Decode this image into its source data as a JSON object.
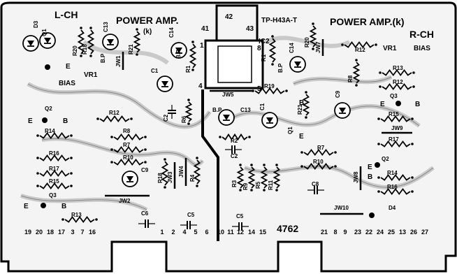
{
  "headings": {
    "left_channel": "L-CH",
    "power_amp_left": "POWER AMP.",
    "power_amp_left_suffix": "(k)",
    "power_amp_right": "POWER AMP.(k)",
    "right_channel": "R-CH",
    "ic_part": "TP-H43A-T",
    "board_number": "4762"
  },
  "ic": {
    "name": "IC2",
    "pins": [
      "41",
      "42",
      "43",
      "1",
      "8",
      "4",
      "5"
    ]
  },
  "bias": {
    "left": "BIAS",
    "right": "BIAS",
    "vr_left": "VR1",
    "vr_right": "VR1"
  },
  "components": [
    {
      "id": "Q1-L",
      "text": "Q1"
    },
    {
      "id": "D3",
      "text": "D3"
    },
    {
      "id": "C13-L",
      "text": "C13"
    },
    {
      "id": "R20-L",
      "text": "R20"
    },
    {
      "id": "R18-L",
      "text": "R18"
    },
    {
      "id": "C14-L",
      "text": "C14"
    },
    {
      "id": "R21-L",
      "text": "R21"
    },
    {
      "id": "JW1-L",
      "text": "JW1"
    },
    {
      "id": "R1-L",
      "text": "R1"
    },
    {
      "id": "C1-L",
      "text": "C1"
    },
    {
      "id": "JW5",
      "text": "JW5"
    },
    {
      "id": "R19",
      "text": "R19"
    },
    {
      "id": "C13-R",
      "text": "C13"
    },
    {
      "id": "C1-R",
      "text": "C1"
    },
    {
      "id": "Q1-R",
      "text": "Q1"
    },
    {
      "id": "R21-R",
      "text": "R21"
    },
    {
      "id": "C9-R",
      "text": "C9"
    },
    {
      "id": "R8-R",
      "text": "R8"
    },
    {
      "id": "C14-R",
      "text": "C14"
    },
    {
      "id": "R20-R",
      "text": "R20"
    },
    {
      "id": "JW7",
      "text": "JW7"
    },
    {
      "id": "R1-R",
      "text": "R1"
    },
    {
      "id": "R12-R-top",
      "text": "R12"
    },
    {
      "id": "R13-R",
      "text": "R13"
    },
    {
      "id": "R12-R",
      "text": "R12"
    },
    {
      "id": "Q3-R",
      "text": "Q3"
    },
    {
      "id": "R15-R",
      "text": "R15"
    },
    {
      "id": "JW9",
      "text": "JW9"
    },
    {
      "id": "R17-R",
      "text": "R17"
    },
    {
      "id": "Q2-R",
      "text": "Q2"
    },
    {
      "id": "R14-R",
      "text": "R14"
    },
    {
      "id": "R16-R",
      "text": "R16"
    },
    {
      "id": "JW8",
      "text": "JW8"
    },
    {
      "id": "R7-R",
      "text": "R7"
    },
    {
      "id": "R10-R",
      "text": "R10"
    },
    {
      "id": "C8",
      "text": "C8"
    },
    {
      "id": "Q2-L",
      "text": "Q2"
    },
    {
      "id": "R14-L",
      "text": "R14"
    },
    {
      "id": "R16-L",
      "text": "R16"
    },
    {
      "id": "R17-L",
      "text": "R17"
    },
    {
      "id": "R15-L",
      "text": "R15"
    },
    {
      "id": "Q3-L",
      "text": "Q3"
    },
    {
      "id": "R13-L",
      "text": "R13"
    },
    {
      "id": "R12-L",
      "text": "R12"
    },
    {
      "id": "R8-L",
      "text": "R8"
    },
    {
      "id": "R7-L",
      "text": "R7"
    },
    {
      "id": "R10-L",
      "text": "R10"
    },
    {
      "id": "C9-L",
      "text": "C9"
    },
    {
      "id": "R18-mid",
      "text": "R18"
    },
    {
      "id": "JW3",
      "text": "JW3"
    },
    {
      "id": "JW4",
      "text": "JW4"
    },
    {
      "id": "R4",
      "text": "R4"
    },
    {
      "id": "JW2",
      "text": "JW2"
    },
    {
      "id": "C6-L",
      "text": "C6"
    },
    {
      "id": "C5-L",
      "text": "C5"
    },
    {
      "id": "C5-R",
      "text": "C5"
    },
    {
      "id": "R2",
      "text": "R2"
    },
    {
      "id": "C2-mid",
      "text": "C2"
    },
    {
      "id": "C2-L",
      "text": "C2"
    },
    {
      "id": "JW10",
      "text": "JW10"
    },
    {
      "id": "D4",
      "text": "D4"
    },
    {
      "id": "R3",
      "text": "R3"
    },
    {
      "id": "R9",
      "text": "R9"
    },
    {
      "id": "R11",
      "text": "R11"
    },
    {
      "id": "R6",
      "text": "R6"
    },
    {
      "id": "R5",
      "text": "R5"
    }
  ],
  "transistor_pins": {
    "e": "E",
    "b": "B",
    "bp": "B.P"
  },
  "edge_pins": [
    "19",
    "20",
    "18",
    "17",
    "3",
    "7",
    "16",
    "1",
    "2",
    "4",
    "5",
    "6",
    "10",
    "11",
    "12",
    "14",
    "15",
    "21",
    "8",
    "9",
    "23",
    "22",
    "24",
    "25",
    "13",
    "26",
    "27"
  ]
}
